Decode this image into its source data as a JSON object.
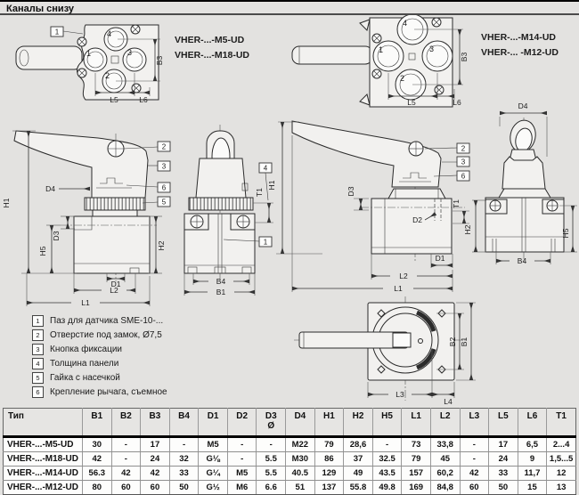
{
  "header": {
    "title": "Каналы снизу"
  },
  "views": {
    "top_left": {
      "models": [
        "VHER-...-M5-UD",
        "VHER-...-M18-UD"
      ]
    },
    "top_right": {
      "models": [
        "VHER-...-M14-UD",
        "VHER-... -M12-UD"
      ]
    }
  },
  "ports": {
    "p1": "1",
    "p2": "2",
    "p3": "3",
    "p4": "4"
  },
  "callouts": {
    "c1": "1",
    "c2": "2",
    "c3": "3",
    "c4": "4",
    "c5": "5",
    "c6": "6"
  },
  "dims": {
    "b1": "B1",
    "b2": "B2",
    "b3": "B3",
    "b4": "B4",
    "d1": "D1",
    "d2": "D2",
    "d3": "D3",
    "d4": "D4",
    "h1": "H1",
    "h2": "H2",
    "h5": "H5",
    "l1": "L1",
    "l2": "L2",
    "l3": "L3",
    "l4": "L4",
    "l5": "L5",
    "l6": "L6",
    "t1": "T1"
  },
  "legend": {
    "items": [
      {
        "num": "1",
        "text": "Паз для датчика SME-10-..."
      },
      {
        "num": "2",
        "text": "Отверстие под замок, Ø7,5"
      },
      {
        "num": "3",
        "text": "Кнопка фиксации"
      },
      {
        "num": "4",
        "text": "Толщина панели"
      },
      {
        "num": "5",
        "text": "Гайка с насечкой"
      },
      {
        "num": "6",
        "text": "Крепление рычага, съемное"
      }
    ]
  },
  "table": {
    "type_col": "Тип",
    "d3_unit": "Ø",
    "headers": [
      "B1",
      "B2",
      "B3",
      "B4",
      "D1",
      "D2",
      "D3",
      "D4",
      "H1",
      "H2",
      "H5",
      "L1",
      "L2",
      "L3",
      "L5",
      "L6",
      "T1"
    ],
    "rows": [
      {
        "type": "VHER-...-M5-UD",
        "values": [
          "30",
          "-",
          "17",
          "-",
          "M5",
          "-",
          "-",
          "M22",
          "79",
          "28,6",
          "-",
          "73",
          "33,8",
          "-",
          "17",
          "6,5",
          "2...4"
        ]
      },
      {
        "type": "VHER-...-M18-UD",
        "values": [
          "42",
          "-",
          "24",
          "32",
          "G⅛",
          "-",
          "5.5",
          "M30",
          "86",
          "37",
          "32.5",
          "79",
          "45",
          "-",
          "24",
          "9",
          "1,5...5"
        ]
      },
      {
        "type": "VHER-...-M14-UD",
        "values": [
          "56.3",
          "42",
          "42",
          "33",
          "G¼",
          "M5",
          "5.5",
          "40.5",
          "129",
          "49",
          "43.5",
          "157",
          "60,2",
          "42",
          "33",
          "11,7",
          "12"
        ]
      },
      {
        "type": "VHER-...-M12-UD",
        "values": [
          "80",
          "60",
          "60",
          "50",
          "G½",
          "M6",
          "6.6",
          "51",
          "137",
          "55.8",
          "49.8",
          "169",
          "84,8",
          "60",
          "50",
          "15",
          "13"
        ]
      }
    ]
  }
}
